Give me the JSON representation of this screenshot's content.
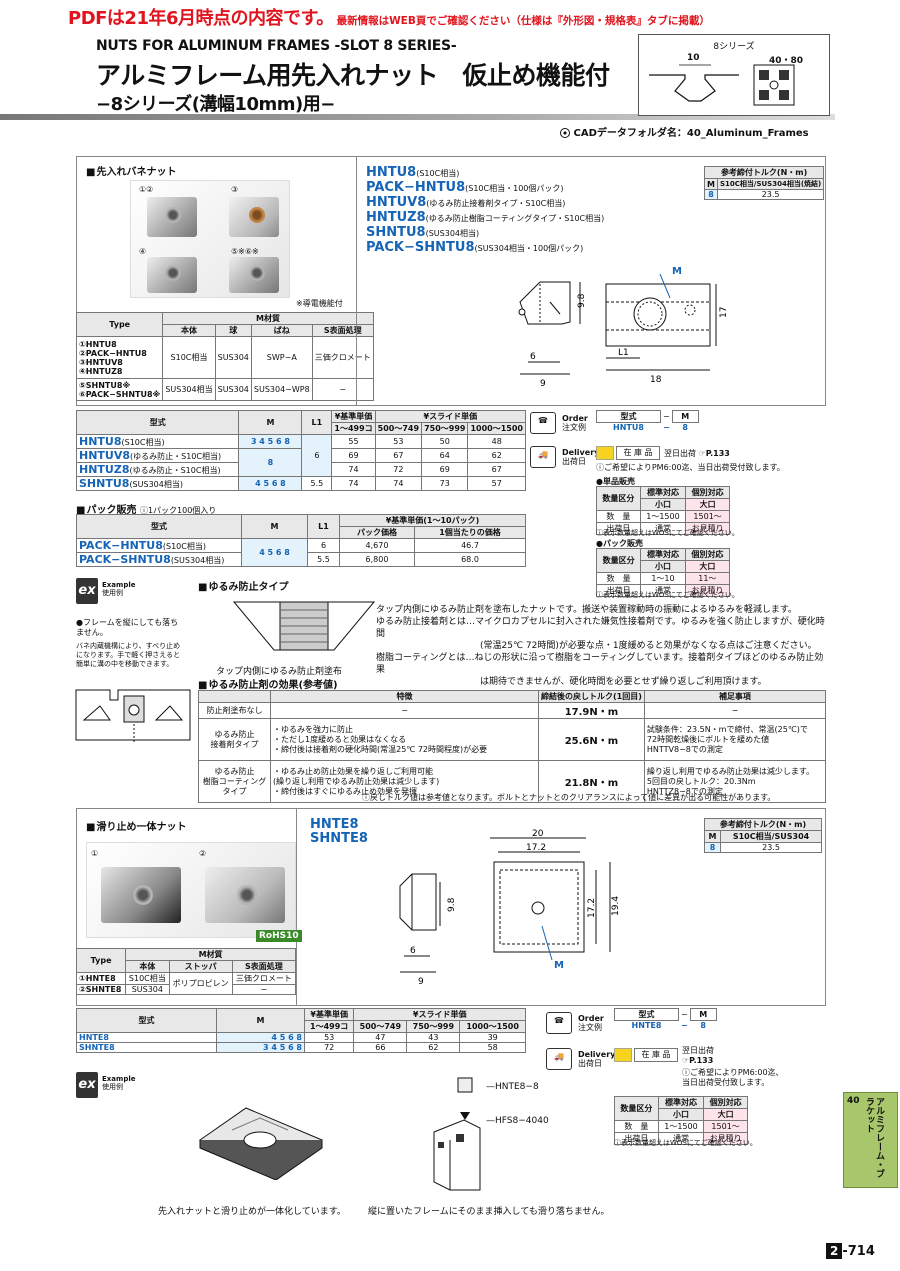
{
  "banner": {
    "main": "PDFは21年6月時点の内容です。",
    "note": "最新情報はWEB頁でご確認ください（仕様は『外形図・規格表』タブに掲載）"
  },
  "header": {
    "en": "NUTS FOR ALUMINUM FRAMES -SLOT 8 SERIES-",
    "title": "アルミフレーム用先入れナット　仮止め機能付",
    "subtitle": "−8シリーズ(溝幅10mm)用−",
    "series_label": "8シリーズ",
    "dim_slot": "10",
    "dim_frame": "40・80",
    "cad_label": "CADデータフォルダ名：",
    "cad_value": "40_Aluminum_Frames"
  },
  "sec1": {
    "header": "先入れバネナット",
    "photo_labels": [
      "①②",
      "③",
      "④",
      "⑤※⑥※"
    ],
    "conductive_note": "※導電機能付",
    "product_names": [
      {
        "name": "HNTU8",
        "note": "(S10C相当)"
      },
      {
        "name": "PACK−HNTU8",
        "note": "(S10C相当・100個パック)"
      },
      {
        "name": "HNTUV8",
        "note": "(ゆるみ防止接着剤タイプ・S10C相当)"
      },
      {
        "name": "HNTUZ8",
        "note": "(ゆるみ防止樹脂コーティングタイプ・S10C相当)"
      },
      {
        "name": "SHNTU8",
        "note": "(SUS304相当)"
      },
      {
        "name": "PACK−SHNTU8",
        "note": "(SUS304相当・100個パック)"
      }
    ],
    "torque": {
      "title": "参考締付トルク(N・m)",
      "col1": "M",
      "col2": "S10C相当/SUS304相当(焼結)",
      "m": "8",
      "v": "23.5"
    },
    "dims": {
      "m": "M",
      "d98": "9.8",
      "d6": "6",
      "d9": "9",
      "d17": "17",
      "d18": "18",
      "l1": "L1"
    },
    "mat_table": {
      "type_h": "Type",
      "mat_h": "M材質",
      "body": "本体",
      "ball": "球",
      "spring": "ばね",
      "surface": "S表面処理",
      "rows": [
        {
          "type": "①HNTU8\n②PACK−HNTU8\n③HNTUV8\n④HNTUZ8",
          "body": "S10C相当",
          "ball": "SUS304",
          "spring": "SWP−A",
          "surface": "三価クロメート"
        },
        {
          "type": "⑤SHNTU8※\n⑥PACK−SHNTU8※",
          "body": "SUS304相当",
          "ball": "SUS304",
          "spring": "SUS304−WP8",
          "surface": "−"
        }
      ]
    },
    "price_table": {
      "h_type": "型式",
      "h_m": "M",
      "h_l1": "L1",
      "h_base": "¥基準単価",
      "h_slide": "¥スライド単価",
      "qty": [
        "1〜499コ",
        "500〜749",
        "750〜999",
        "1000〜1500"
      ],
      "rows": [
        {
          "name": "HNTU8",
          "note": "(S10C相当)",
          "m": "3 4 5 6 8",
          "l1": "",
          "p": [
            "55",
            "53",
            "50",
            "48"
          ]
        },
        {
          "name": "HNTUV8",
          "note": "(ゆるみ防止・S10C相当)",
          "m": "8",
          "l1": "6",
          "p": [
            "69",
            "67",
            "64",
            "62"
          ]
        },
        {
          "name": "HNTUZ8",
          "note": "(ゆるみ防止・S10C相当)",
          "m": "",
          "l1": "",
          "p": [
            "74",
            "72",
            "69",
            "67"
          ]
        },
        {
          "name": "SHNTU8",
          "note": "(SUS304相当)",
          "m": "4 5 6 8",
          "l1": "5.5",
          "p": [
            "74",
            "74",
            "73",
            "57"
          ]
        }
      ]
    },
    "pack_header": "パック販売",
    "pack_note": "1パック100個入り",
    "pack_table": {
      "h_type": "型式",
      "h_m": "M",
      "h_l1": "L1",
      "h_base": "¥基準単価(1〜10パック)",
      "h_pack": "パック価格",
      "h_unit": "1個当たりの価格",
      "rows": [
        {
          "name": "PACK−HNTU8",
          "note": "(S10C相当)",
          "m": "4 5 6 8",
          "l1": "6",
          "pack": "4,670",
          "unit": "46.7"
        },
        {
          "name": "PACK−SHNTU8",
          "note": "(SUS304相当)",
          "m": "",
          "l1": "5.5",
          "pack": "6,800",
          "unit": "68.0"
        }
      ]
    },
    "order": {
      "label": "Order",
      "label_jp": "注文例",
      "h_type": "型式",
      "h_m": "M",
      "ex_type": "HNTU8",
      "ex_m": "8"
    },
    "delivery": {
      "label": "Delivery",
      "label_jp": "出荷日",
      "stock": "在 庫 品",
      "next": "翌日出荷",
      "ref": "P.133",
      "note1": "ご希望によりPM6:00迄、当日出荷受付致します。"
    },
    "single_sale": {
      "title": "単品販売",
      "h_qty": "数量区分",
      "h_std": "標準対応",
      "h_ind": "個別対応",
      "small": "小口",
      "big": "大口",
      "r_qty": "数　量",
      "r_ship": "出荷日",
      "v_std": "1〜1500",
      "v_ind": "1501〜",
      "s_std": "通常",
      "s_ind": "お見積り",
      "note": "表示数量超えはWOSにてご確認ください。"
    },
    "pack_sale": {
      "title": "パック販売",
      "h_qty": "数量区分",
      "h_std": "標準対応",
      "h_ind": "個別対応",
      "small": "小口",
      "big": "大口",
      "r_qty": "数　量",
      "r_ship": "出荷日",
      "v_std": "1〜10",
      "v_ind": "11〜",
      "s_std": "通常",
      "s_ind": "お見積り",
      "note": "表示数量超えはWOSにてご確認ください。"
    },
    "example": {
      "ex": "ex",
      "label": "Example",
      "label_jp": "使用例",
      "note1": "●フレームを縦にしても落ちません。",
      "note2": "バネ内蔵機構により、すべり止めになります。手で軽く押さえると簡単に溝の中を移動できます。"
    },
    "loosen_header": "ゆるみ防止タイプ",
    "loosen_caption": "タップ内側にゆるみ防止剤塗布",
    "desc1": "タップ内側にゆるみ防止剤を塗布したナットです。搬送や装置稼動時の振動によるゆるみを軽減します。",
    "desc2a": "ゆるみ防止接着剤とは…マイクロカプセルに封入された嫌気性接着剤です。ゆるみを強く防止しますが、硬化時間",
    "desc2b": "(常温25℃ 72時間)が必要な点・1度緩めると効果がなくなる点はご注意ください。",
    "desc3a": "樹脂コーティングとは…ねじの形状に沿って樹脂をコーティングしています。接着剤タイプほどのゆるみ防止効果",
    "desc3b": "は期待できませんが、硬化時間を必要とせず繰り返しご利用頂けます。",
    "effect_header": "ゆるみ防止剤の効果(参考値)",
    "effect_table": {
      "h_feature": "特徴",
      "h_torque": "締結後の戻しトルク(1回目)",
      "h_note": "補足事項",
      "rows": [
        {
          "name": "防止剤塗布なし",
          "feature": "−",
          "torque": "17.9N・m",
          "note": "−"
        },
        {
          "name": "ゆるみ防止\n接着剤タイプ",
          "feature": "・ゆるみを強力に防止\n・ただし1度緩めると効果はなくなる\n・締付後は接着剤の硬化時間(常温25℃ 72時間程度)が必要",
          "torque": "25.6N・m",
          "note": "試験条件：23.5N・mで締付、常温(25℃)で\n72時間乾燥後にボルトを緩めた値\nHNTTV8−8での測定"
        },
        {
          "name": "ゆるみ防止\n樹脂コーティング\nタイプ",
          "feature": "・ゆるみ止め防止効果を繰り返しご利用可能\n(繰り返し利用でゆるみ防止効果は減少します)\n・締付後はすぐにゆるみ止め効果を発揮",
          "torque": "21.8N・m",
          "note": "繰り返し利用でゆるみ防止効果は減少します。\n5回目の戻しトルク：20.3Nm\nHNTTZ8−8での測定"
        }
      ]
    },
    "effect_footnote": "戻しトルク値は参考値となります。ボルトとナットとのクリアランスによって値に差異が出る可能性があります。"
  },
  "sec2": {
    "header": "滑り止め一体ナット",
    "photo_labels": [
      "①",
      "②"
    ],
    "rohs": "RoHS10",
    "product_names": [
      {
        "name": "HNTE8"
      },
      {
        "name": "SHNTE8"
      }
    ],
    "torque": {
      "title": "参考締付トルク(N・m)",
      "col1": "M",
      "col2": "S10C相当/SUS304",
      "m": "8",
      "v": "23.5"
    },
    "dims": {
      "d20": "20",
      "d172": "17.2",
      "d98": "9.8",
      "d172v": "17.2",
      "d194": "19.4",
      "d6": "6",
      "d9": "9",
      "m": "M"
    },
    "mat_table": {
      "type_h": "Type",
      "mat_h": "M材質",
      "body": "本体",
      "stopper": "ストッパ",
      "surface": "S表面処理",
      "rows": [
        {
          "type": "①HNTE8",
          "body": "S10C相当",
          "stopper": "ポリプロピレン",
          "surface": "三価クロメート"
        },
        {
          "type": "②SHNTE8",
          "body": "SUS304",
          "stopper": "",
          "surface": "−"
        }
      ]
    },
    "price_table": {
      "h_type": "型式",
      "h_m": "M",
      "h_base": "¥基準単価",
      "h_slide": "¥スライド単価",
      "qty": [
        "1〜499コ",
        "500〜749",
        "750〜999",
        "1000〜1500"
      ],
      "rows": [
        {
          "name": "HNTE8",
          "m": "4 5 6 8",
          "p": [
            "53",
            "47",
            "43",
            "39"
          ]
        },
        {
          "name": "SHNTE8",
          "m": "3 4 5 6 8",
          "p": [
            "72",
            "66",
            "62",
            "58"
          ]
        }
      ]
    },
    "order": {
      "label": "Order",
      "label_jp": "注文例",
      "h_type": "型式",
      "h_m": "M",
      "ex_type": "HNTE8",
      "ex_m": "8"
    },
    "delivery": {
      "label": "Delivery",
      "label_jp": "出荷日",
      "stock": "在 庫 品",
      "next": "翌日出荷",
      "ref": "P.133",
      "note1": "ご希望によりPM6:00迄、",
      "note2": "当日出荷受付致します。"
    },
    "single_sale": {
      "h_qty": "数量区分",
      "h_std": "標準対応",
      "h_ind": "個別対応",
      "small": "小口",
      "big": "大口",
      "r_qty": "数　量",
      "r_ship": "出荷日",
      "v_std": "1〜1500",
      "v_ind": "1501〜",
      "s_std": "通常",
      "s_ind": "お見積り",
      "note": "表示数量超えはWOSにてご確認ください。"
    },
    "example": {
      "ex": "ex",
      "label": "Example",
      "label_jp": "使用例",
      "part1": "HNTE8−8",
      "part2": "HFS8−4040",
      "caption1": "先入れナットと滑り止めが一体化しています。",
      "caption2": "縦に置いたフレームにそのまま挿入しても滑り落ちません。"
    }
  },
  "side_tab": {
    "num": "40",
    "text": "アルミフレーム・ブラケット"
  },
  "page": {
    "chapter": "2",
    "num": "-714"
  }
}
